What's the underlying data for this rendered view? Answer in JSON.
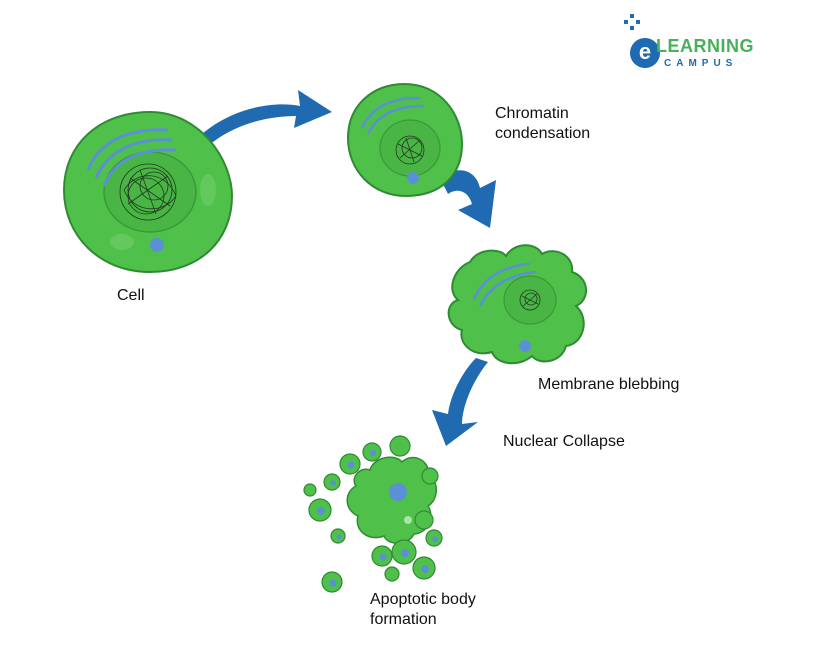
{
  "labels": {
    "cell": "Cell",
    "chromatin": "Chromatin\ncondensation",
    "blebbing": "Membrane blebbing",
    "collapse": "Nuclear Collapse",
    "apoptotic": "Apoptotic body\nformation"
  },
  "logo": {
    "letter": "e",
    "line1": "LEARNING",
    "line2": "CAMPUS"
  },
  "colors": {
    "cell_fill": "#4fc04a",
    "cell_edge": "#2f8a34",
    "nucleus": "#49b544",
    "arrow": "#1f6ab0",
    "organelle": "#5b8fd6",
    "brand_green": "#47b15a",
    "brand_blue": "#1f6ab0"
  },
  "apoptotic_bodies": [
    {
      "r": 10,
      "spot": true
    },
    {
      "r": 9,
      "spot": true
    },
    {
      "r": 10,
      "spot": false
    },
    {
      "r": 8,
      "spot": true
    },
    {
      "r": 11,
      "spot": true
    },
    {
      "r": 7,
      "spot": true
    },
    {
      "r": 12,
      "spot": true
    },
    {
      "r": 10,
      "spot": true
    },
    {
      "r": 9,
      "spot": false
    },
    {
      "r": 8,
      "spot": true
    },
    {
      "r": 11,
      "spot": true
    },
    {
      "r": 7,
      "spot": false
    },
    {
      "r": 10,
      "spot": true
    },
    {
      "r": 6,
      "spot": false
    },
    {
      "r": 8,
      "spot": false
    }
  ]
}
